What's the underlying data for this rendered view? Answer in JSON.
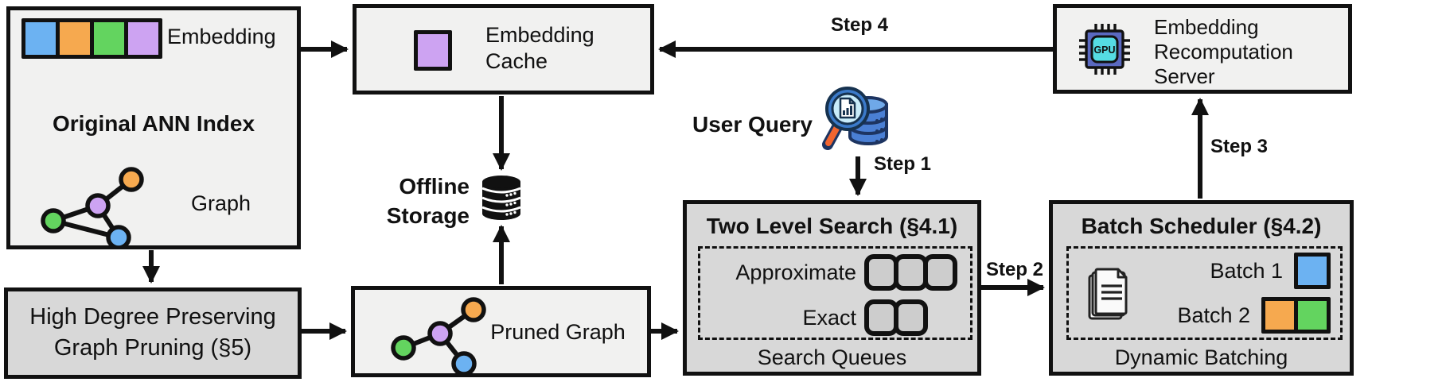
{
  "palette": {
    "blue": "#6CB2F2",
    "orange": "#F6A94F",
    "green": "#63D45F",
    "purple": "#CDA3F2",
    "box_light": "#F1F1F0",
    "box_gray": "#D8D8D8",
    "queue_gray": "#CDCDCD",
    "ink": "#111111",
    "db_blue": "#4A7FD4",
    "db_blue_light": "#6FA8E8",
    "lens_blue": "#C9ECFA",
    "ring_blue": "#3B7AC9",
    "handle_orange": "#F2652F",
    "chip_body": "#5A69C0",
    "chip_core": "#55DCE3"
  },
  "original_ann_index": {
    "title": "Original ANN Index",
    "embedding_label": "Embedding",
    "graph_label": "Graph"
  },
  "high_degree_pruning": {
    "line1": "High Degree Preserving",
    "line2": "Graph Pruning (§5)"
  },
  "embedding_cache": {
    "line1": "Embedding",
    "line2": "Cache"
  },
  "offline_storage": {
    "line1": "Offline",
    "line2": "Storage"
  },
  "pruned_graph": {
    "label": "Pruned Graph"
  },
  "user_query": {
    "label": "User Query"
  },
  "two_level_search": {
    "title": "Two Level Search (§4.1)",
    "row1_label": "Approximate",
    "row2_label": "Exact",
    "footer": "Search Queues"
  },
  "batch_scheduler": {
    "title": "Batch Scheduler (§4.2)",
    "row1_label": "Batch 1",
    "row2_label": "Batch 2",
    "footer": "Dynamic Batching"
  },
  "recomputation_server": {
    "line1": "Embedding",
    "line2": "Recomputation",
    "line3": "Server",
    "chip_label": "GPU"
  },
  "steps": {
    "step1": "Step 1",
    "step2": "Step 2",
    "step3": "Step 3",
    "step4": "Step 4"
  }
}
